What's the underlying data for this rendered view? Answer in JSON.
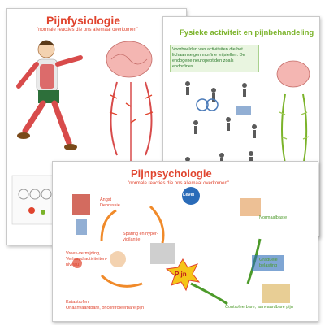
{
  "poster1": {
    "title": "Pijnfysiologie",
    "subtitle": "\"normale reacties die ons allemaal overkomen\""
  },
  "poster2": {
    "title": "Fysieke activiteit en pijnbehandeling",
    "note": "Voorbeelden van activiteiten die het lichaamseigen morfine vrijstellen. De endogene neuropeptiden zoals endorfines."
  },
  "poster3": {
    "title": "Pijnpsychologie",
    "subtitle": "\"normale reacties die ons allemaal overkomen\"",
    "level_badge": "Level",
    "center_badge": "Pijn",
    "labels": {
      "angst": "Angst",
      "depressie": "Depressie",
      "vrees": "Vrees-vermijding,",
      "verlaagd": "Verlaagd activiteiten-",
      "niveau": "niveau",
      "sparing": "Sparing en hyper-",
      "vigilantie": "vigilantie",
      "normaal": "Normaalbaste",
      "graduele": "Graduele",
      "belasting": "belasting",
      "katastrofen": "Katastrofen",
      "onaanvaardbare": "Onaanvaardbare, oncontroleerbare pijn",
      "controleerbare": "Controleerbare, aanvaardbare pijn"
    }
  },
  "colors": {
    "red": "#e0442e",
    "green": "#7bb32a",
    "dark_green": "#4c9a2a",
    "pijn_star": "#f5c518"
  }
}
